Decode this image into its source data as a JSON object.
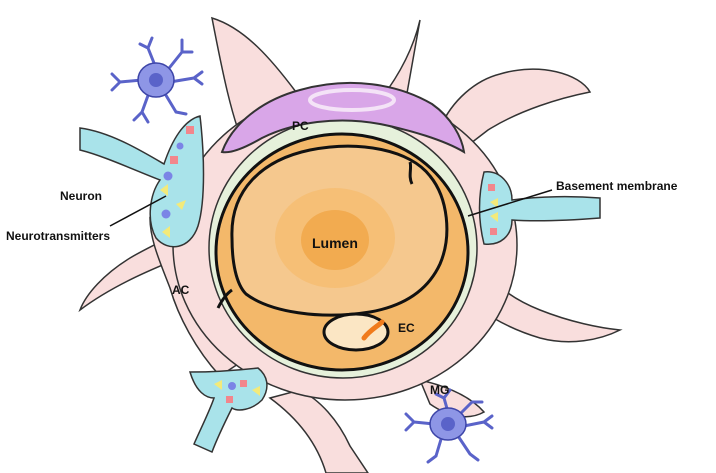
{
  "diagram": {
    "labels": {
      "pericyte": "PC",
      "lumen": "Lumen",
      "endothelial_cell": "EC",
      "astrocyte": "AC",
      "microglia": "MG",
      "neuron": "Neuron",
      "neurotransmitters": "Neurotransmitters",
      "basement_membrane": "Basement membrane"
    },
    "colors": {
      "astrocyte": "#f9dedd",
      "basement_membrane": "#e6f1db",
      "pericyte": "#d9a6e8",
      "endothelium": "#f3b86a",
      "lumen": "#f5c88e",
      "lumen_core": "#f0a444",
      "neuron": "#a9e3ea",
      "microglia": "#8e96e6",
      "nucleus": "#5a63c9",
      "transmitter_pink": "#f2868c",
      "transmitter_blue": "#7b84e6",
      "transmitter_yellow": "#f3ea7a",
      "ec_accent": "#f07b1c",
      "outline": "#111111"
    }
  }
}
